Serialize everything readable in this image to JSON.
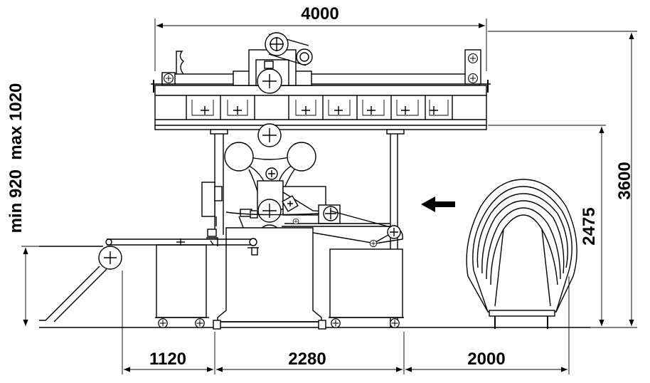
{
  "dimensions": {
    "top_width": "4000",
    "bottom_left": "1120",
    "bottom_middle": "2280",
    "bottom_right": "2000",
    "total_height": "3600",
    "frame_height": "2475",
    "table_height": "min 920  max 1020"
  },
  "colors": {
    "ink": "#000000",
    "paper": "#ffffff"
  },
  "icons": {
    "feed_direction": "arrow-left-icon"
  }
}
